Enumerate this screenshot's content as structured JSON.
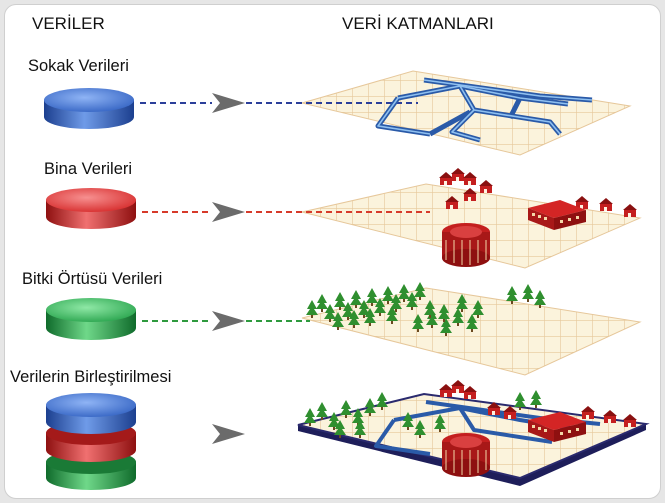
{
  "headers": {
    "left": "VERİLER",
    "right": "VERİ KATMANLARI"
  },
  "layers": [
    {
      "label": "Sokak Verileri",
      "color": "#2f5fc0",
      "line_color": "#2b3f9a"
    },
    {
      "label": "Bina Verileri",
      "color": "#d42525",
      "line_color": "#d63a2a"
    },
    {
      "label": "Bitki Örtüsü Verileri",
      "color": "#23a048",
      "line_color": "#2e9a3e"
    },
    {
      "label": "Verilerin Birleştirilmesi",
      "colors": [
        "#2f5fc0",
        "#d42525",
        "#23a048"
      ]
    }
  ],
  "colors": {
    "grid_fill": "#fbf3dc",
    "grid_line": "#e6c79a",
    "arrow": "#6b6b6b",
    "street": "#3a78c8",
    "building": "#c41f1f",
    "tree": "#2f8f2f",
    "base": "#2a2a6e"
  },
  "icons": [
    "database-cylinder-icon",
    "arrow-right-icon",
    "street-map-layer",
    "building-layer",
    "vegetation-layer",
    "combined-layer"
  ]
}
